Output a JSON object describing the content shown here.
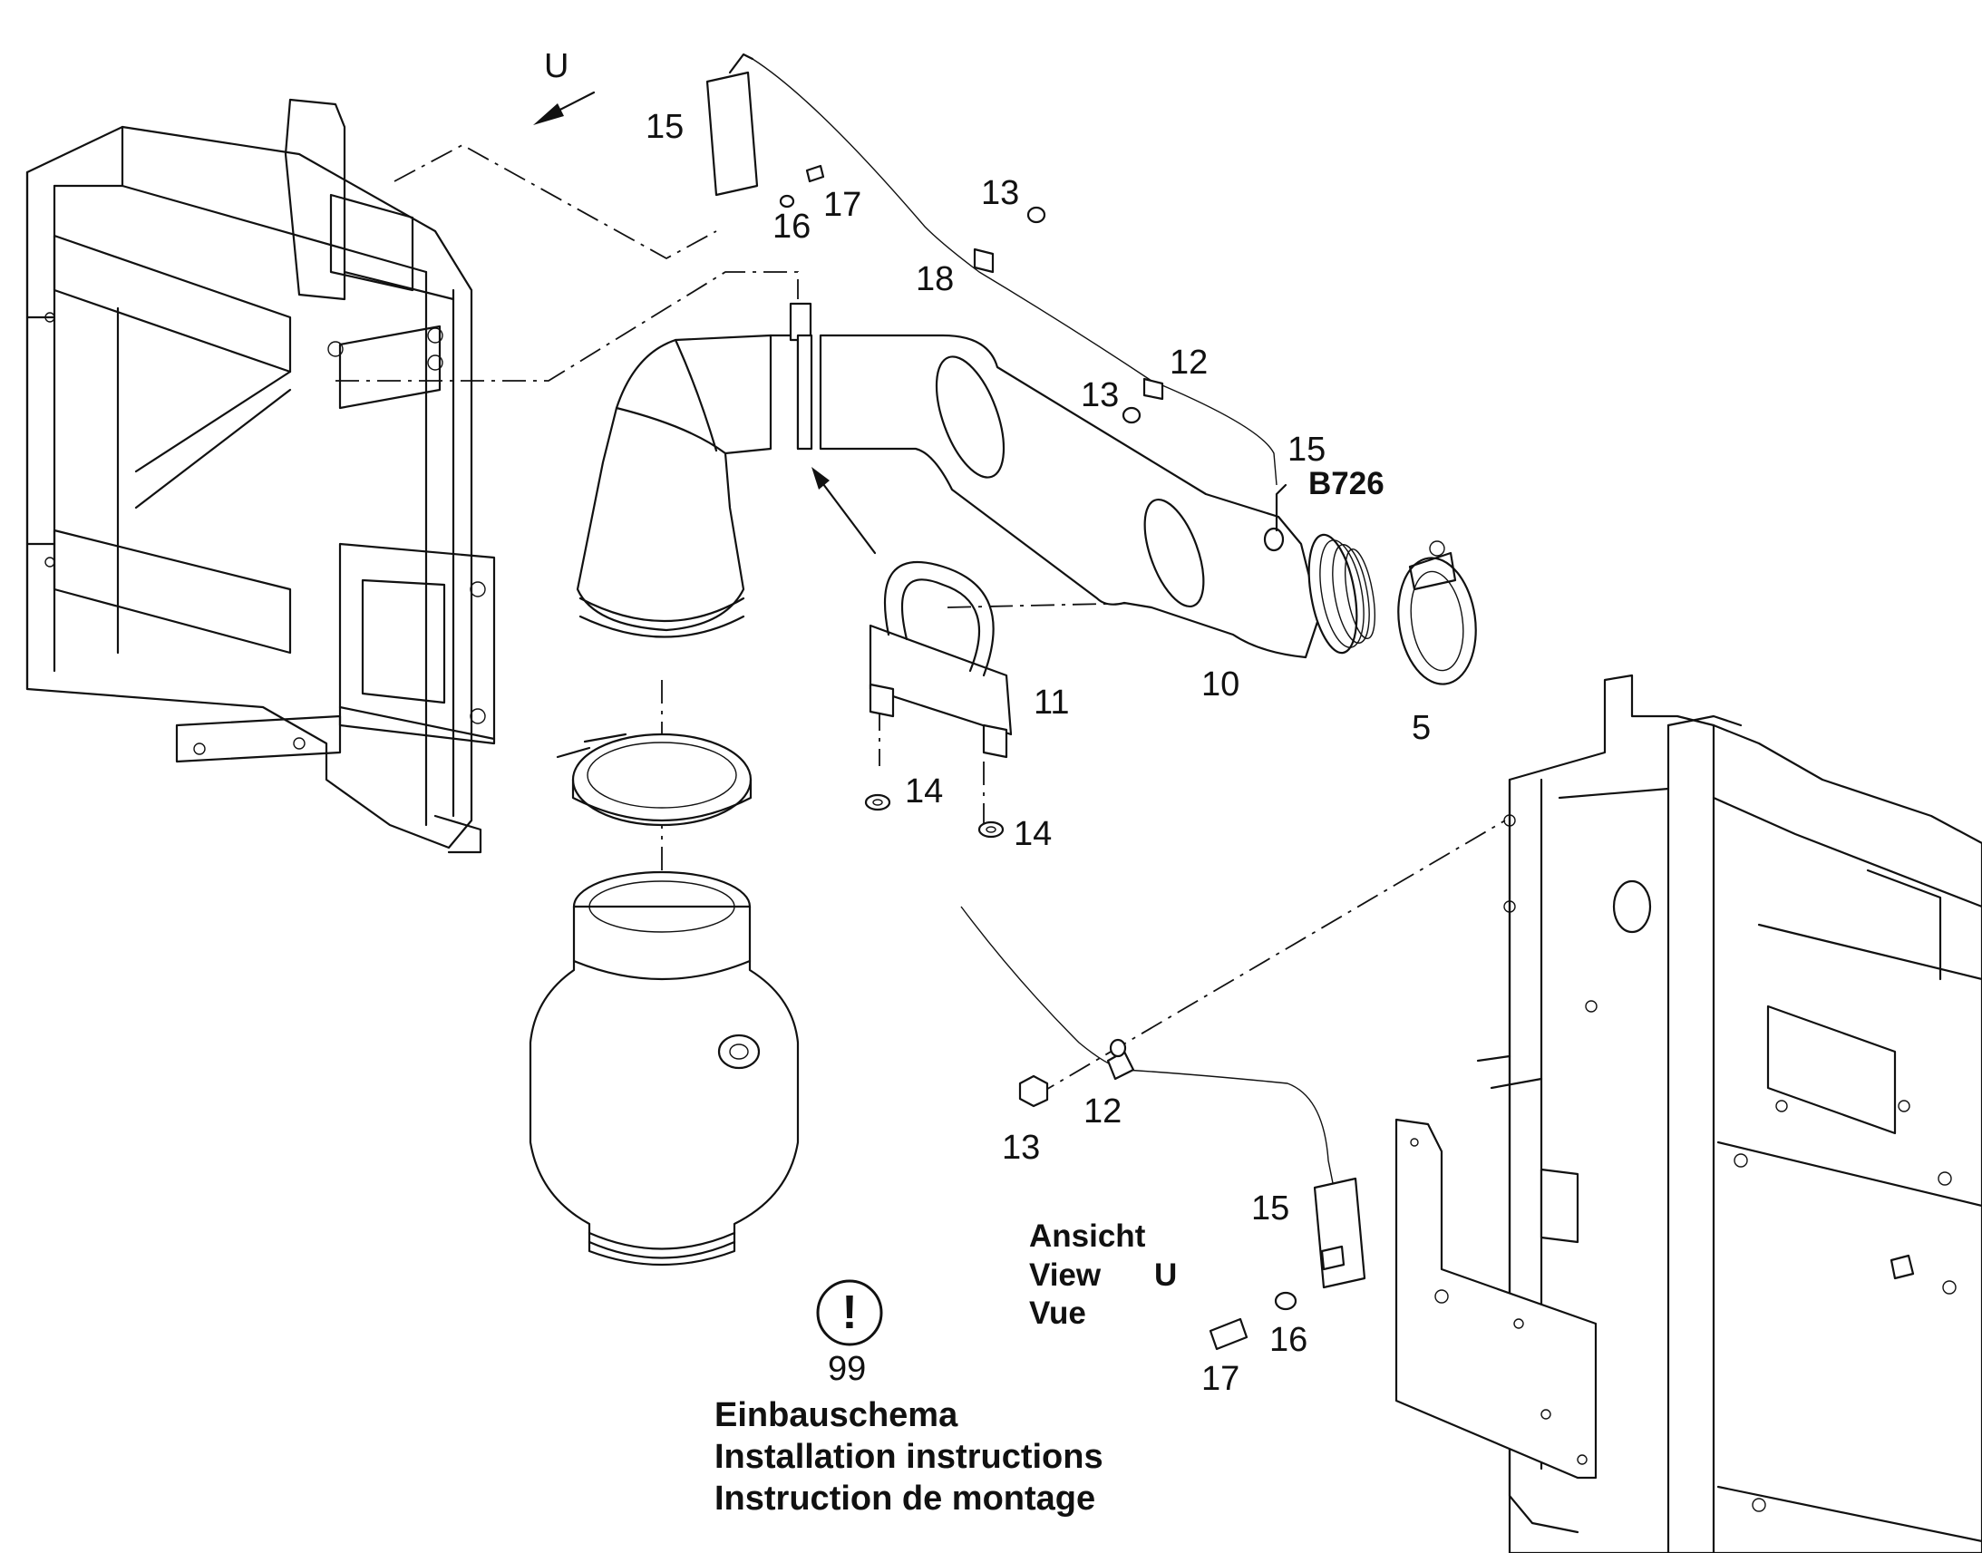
{
  "view_arrow_label": "U",
  "part_labels": {
    "top_sensor_15": "15",
    "top_washer_16": "16",
    "top_bolt_17": "17",
    "top_nut_13": "13",
    "clip_18": "18",
    "mid_nut_13": "13",
    "mid_clip_12": "12",
    "mid_sensor_15": "15",
    "sensor_code": "B726",
    "pipe_10": "10",
    "clamp_5": "5",
    "u_bolt_11": "11",
    "washer_14a": "14",
    "washer_14b": "14",
    "low_clip_12": "12",
    "low_nut_13": "13",
    "low_sensor_15": "15",
    "low_washer_16": "16",
    "low_bolt_17": "17",
    "note_99": "99"
  },
  "view_caption": {
    "line1": "Ansicht",
    "line2": "View",
    "line2_letter": "U",
    "line3": "Vue"
  },
  "note_symbol": "!",
  "installation_caption": {
    "de": "Einbauschema",
    "en": "Installation instructions",
    "fr": "Instruction de montage"
  }
}
